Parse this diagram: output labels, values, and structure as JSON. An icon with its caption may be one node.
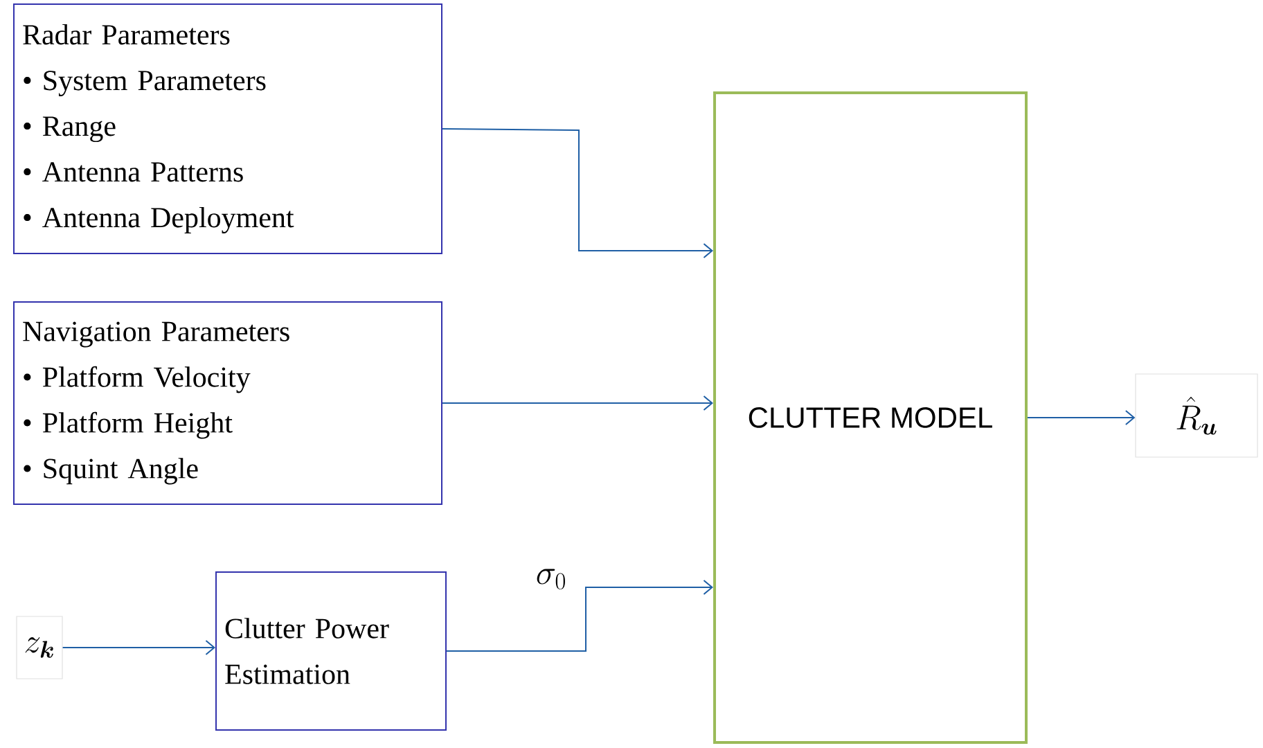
{
  "diagram": {
    "nodes": [
      {
        "text": [
          "Radar Parameters",
          "• System Parameters",
          "• Range",
          "• Antenna Patterns",
          "• Antenna Deployment"
        ]
      },
      {
        "text": [
          "Navigation Parameters",
          "• Platform Velocity",
          "• Platform Height",
          "• Squint Angle"
        ]
      },
      {
        "text": [
          "z_{\\boldsymbol{k}}"
        ]
      },
      {
        "text": [
          "Clutter Power Estimation"
        ]
      },
      {
        "text": [
          "CLUTTER MODEL"
        ]
      },
      {
        "text": [
          "\\hat{R}_{\\boldsymbol{u}}"
        ]
      }
    ],
    "edges": [
      {
        "from": 0,
        "to": 4,
        "arrow": "to"
      },
      {
        "from": 1,
        "to": 4,
        "arrow": "to"
      },
      {
        "from": 2,
        "to": 3,
        "arrow": "to"
      },
      {
        "from": 3,
        "to": 4,
        "arrow": "to",
        "label": "\\sigma_{0}"
      },
      {
        "from": 4,
        "to": 5,
        "arrow": "to"
      }
    ]
  }
}
